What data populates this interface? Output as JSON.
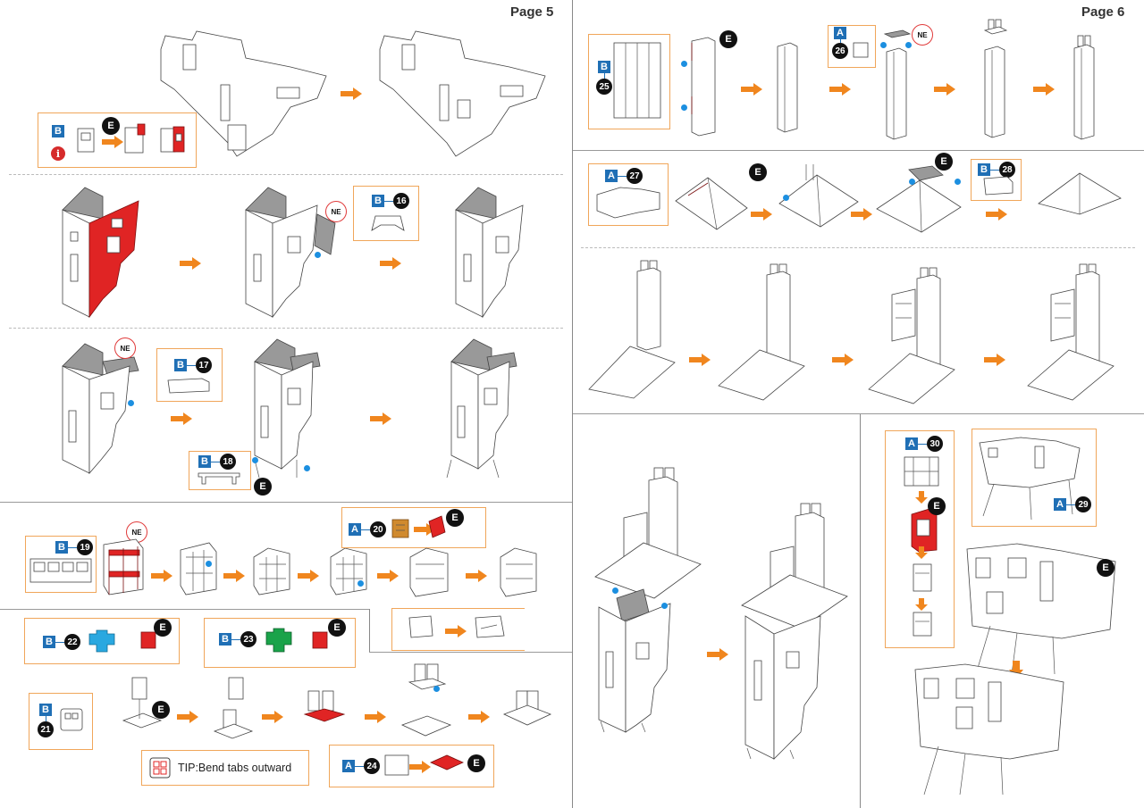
{
  "pages": {
    "left_label": "Page 5",
    "right_label": "Page 6"
  },
  "markers": {
    "e": "E",
    "ne": "NE",
    "info": "i"
  },
  "sheets": {
    "a": "A",
    "b": "B"
  },
  "steps": {
    "s16": "16",
    "s17": "17",
    "s18": "18",
    "s19": "19",
    "s20": "20",
    "s21": "21",
    "s22": "22",
    "s23": "23",
    "s24": "24",
    "s25": "25",
    "s26": "26",
    "s27": "27",
    "s28": "28",
    "s29": "29",
    "s30": "30"
  },
  "tip": {
    "text": "TIP:Bend tabs outward"
  },
  "colors": {
    "accent_orange": "#f0861e",
    "callout_border": "#f0a65a",
    "sheet_badge": "#1f6fb5",
    "part_red": "#e02424",
    "part_green": "#1aa34a",
    "part_blue": "#2aa8e0",
    "connection_dot": "#1c8fe0"
  },
  "icons": {
    "arrow": "orange-right-arrow-icon",
    "down_arrow": "orange-down-arrow-icon",
    "connection_point": "blue-dot-icon",
    "alignment_mark": "green-triangle-icon"
  }
}
